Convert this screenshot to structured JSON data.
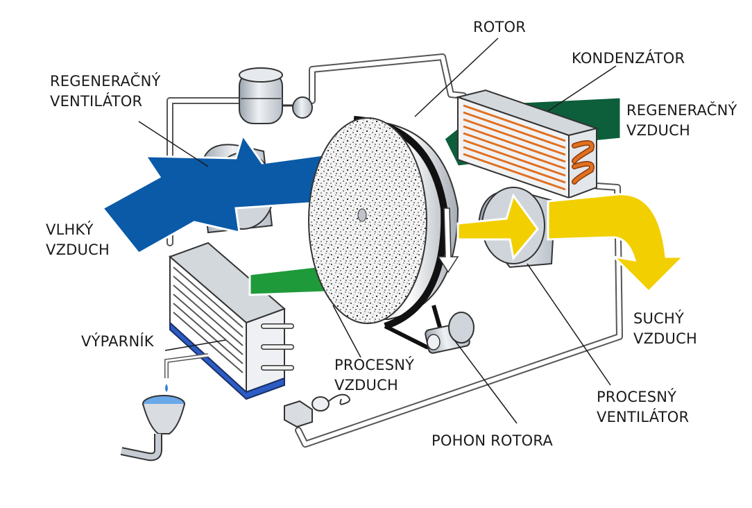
{
  "labels": {
    "rotor": "ROTOR",
    "kondenzator": "KONDENZÁTOR",
    "regen_ventilator": [
      "REGENERAČNÝ",
      "VENTILÁTOR"
    ],
    "regen_vzduch": [
      "REGENERAČNÝ",
      "VZDUCH"
    ],
    "vlhky_vzduch": [
      "VLHKÝ",
      "VZDUCH"
    ],
    "suchy_vzduch": [
      "SUCHÝ",
      "VZDUCH"
    ],
    "vyparnik": "VÝPARNÍK",
    "procesny_vzduch": [
      "PROCESNÝ",
      "VZDUCH"
    ],
    "procesny_ventilator": [
      "PROCESNÝ",
      "VENTILÁTOR"
    ],
    "pohon_rotora": "POHON ROTORA"
  },
  "colors": {
    "blue_air": "#0a5aa8",
    "green_air": "#1f9a3a",
    "dark_green_air": "#0d5e3a",
    "yellow_air": "#f2cf00",
    "copper_coil": "#e07020",
    "evaporator_base": "#2c5cc4",
    "metal": "#d9dde2"
  }
}
